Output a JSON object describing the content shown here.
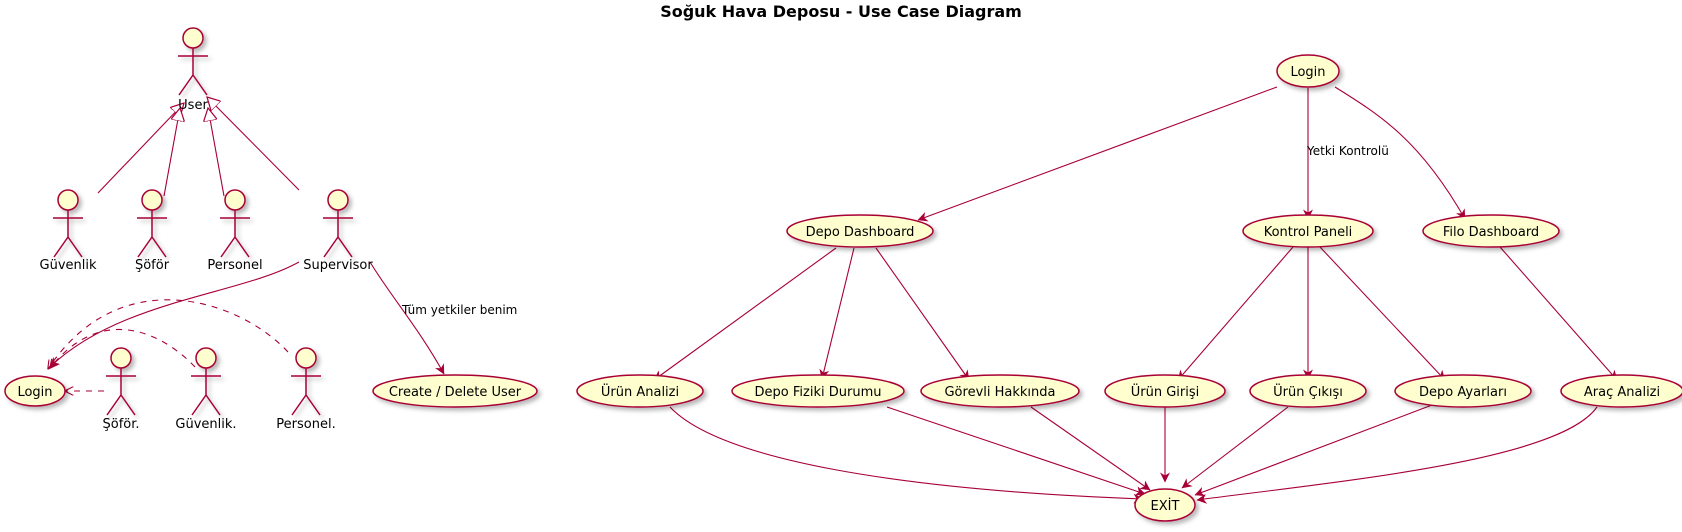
{
  "title": "Soğuk Hava Deposu - Use Case Diagram",
  "colors": {
    "line": "#A80036",
    "fill": "#FEFECE"
  },
  "actors": {
    "user": "User",
    "guvenlik": "Güvenlik",
    "sofor": "Şöför",
    "personel": "Personel",
    "supervisor": "Supervisor",
    "sofor2": "Şöför.",
    "guvenlik2": "Güvenlik.",
    "personel2": "Personel."
  },
  "usecases": {
    "login_left": "Login",
    "create_delete_user": "Create / Delete User",
    "login": "Login",
    "depo_dashboard": "Depo Dashboard",
    "kontrol_paneli": "Kontrol Paneli",
    "filo_dashboard": "Filo Dashboard",
    "urun_analizi": "Ürün Analizi",
    "depo_fiziki_durumu": "Depo Fiziki Durumu",
    "gorevli_hakkinda": "Görevli Hakkında",
    "urun_girisi": "Ürün Girişi",
    "urun_cikisi": "Ürün Çıkışı",
    "depo_ayarlari": "Depo Ayarları",
    "arac_analizi": "Araç Analizi",
    "exit": "EXİT"
  },
  "edge_labels": {
    "tum_yetkiler": "Tüm yetkiler benim",
    "yetki_kontrolu": "Yetki Kontrolü"
  }
}
